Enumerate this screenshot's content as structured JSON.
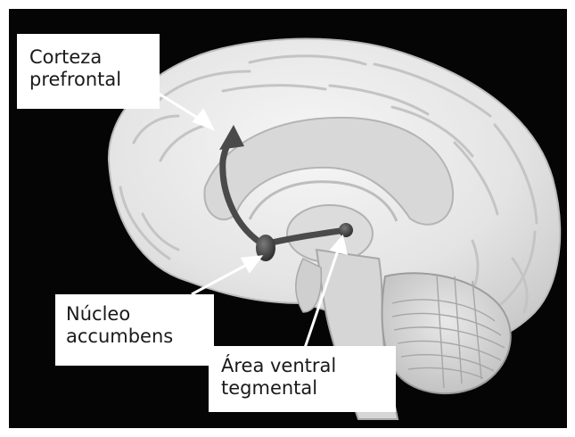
{
  "labels": {
    "cortex": {
      "line1": "Corteza",
      "line2": "prefrontal"
    },
    "nucleus": {
      "line1": "Núcleo",
      "line2": "accumbens"
    },
    "vta": {
      "line1": "Área ventral",
      "line2": "tegmental"
    }
  },
  "colors": {
    "background": "#050505",
    "brain": "#e2e2e2",
    "pathway": "#4a4a4a",
    "label_bg": "#ffffff"
  }
}
